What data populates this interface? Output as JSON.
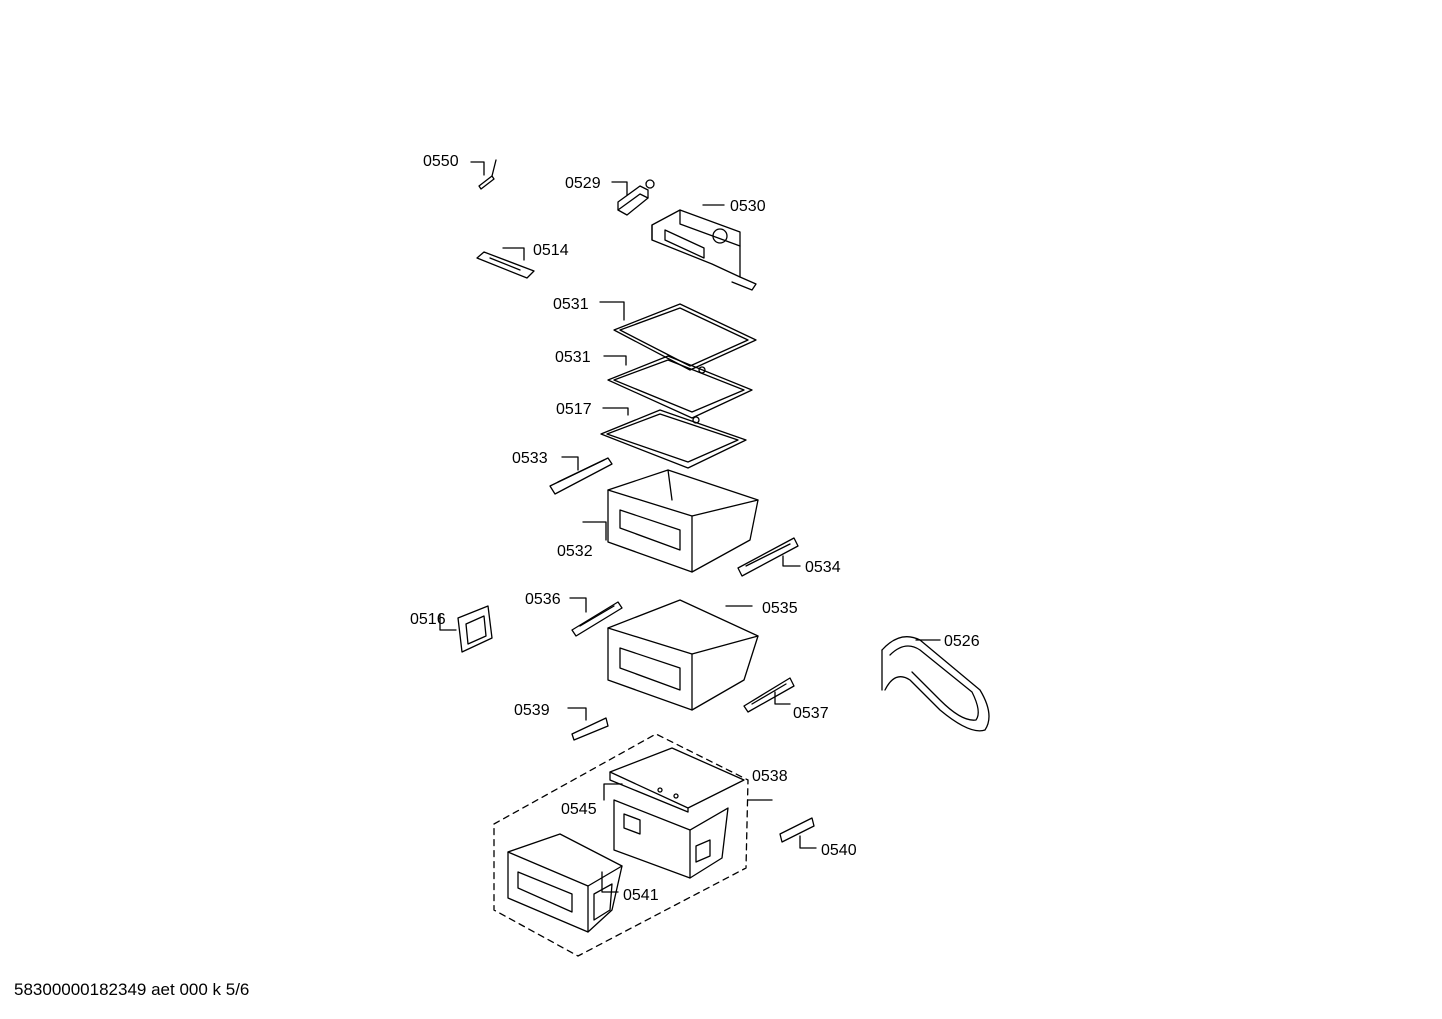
{
  "labels": {
    "p0550": "0550",
    "p0529": "0529",
    "p0530": "0530",
    "p0514": "0514",
    "p0531a": "0531",
    "p0531b": "0531",
    "p0517": "0517",
    "p0533": "0533",
    "p0532": "0532",
    "p0534": "0534",
    "p0536": "0536",
    "p0535": "0535",
    "p0516": "0516",
    "p0526": "0526",
    "p0539": "0539",
    "p0537": "0537",
    "p0538": "0538",
    "p0545": "0545",
    "p0540": "0540",
    "p0541": "0541"
  },
  "footer": {
    "drawing_id": "58300000182349 aet 000 k 5/6"
  }
}
